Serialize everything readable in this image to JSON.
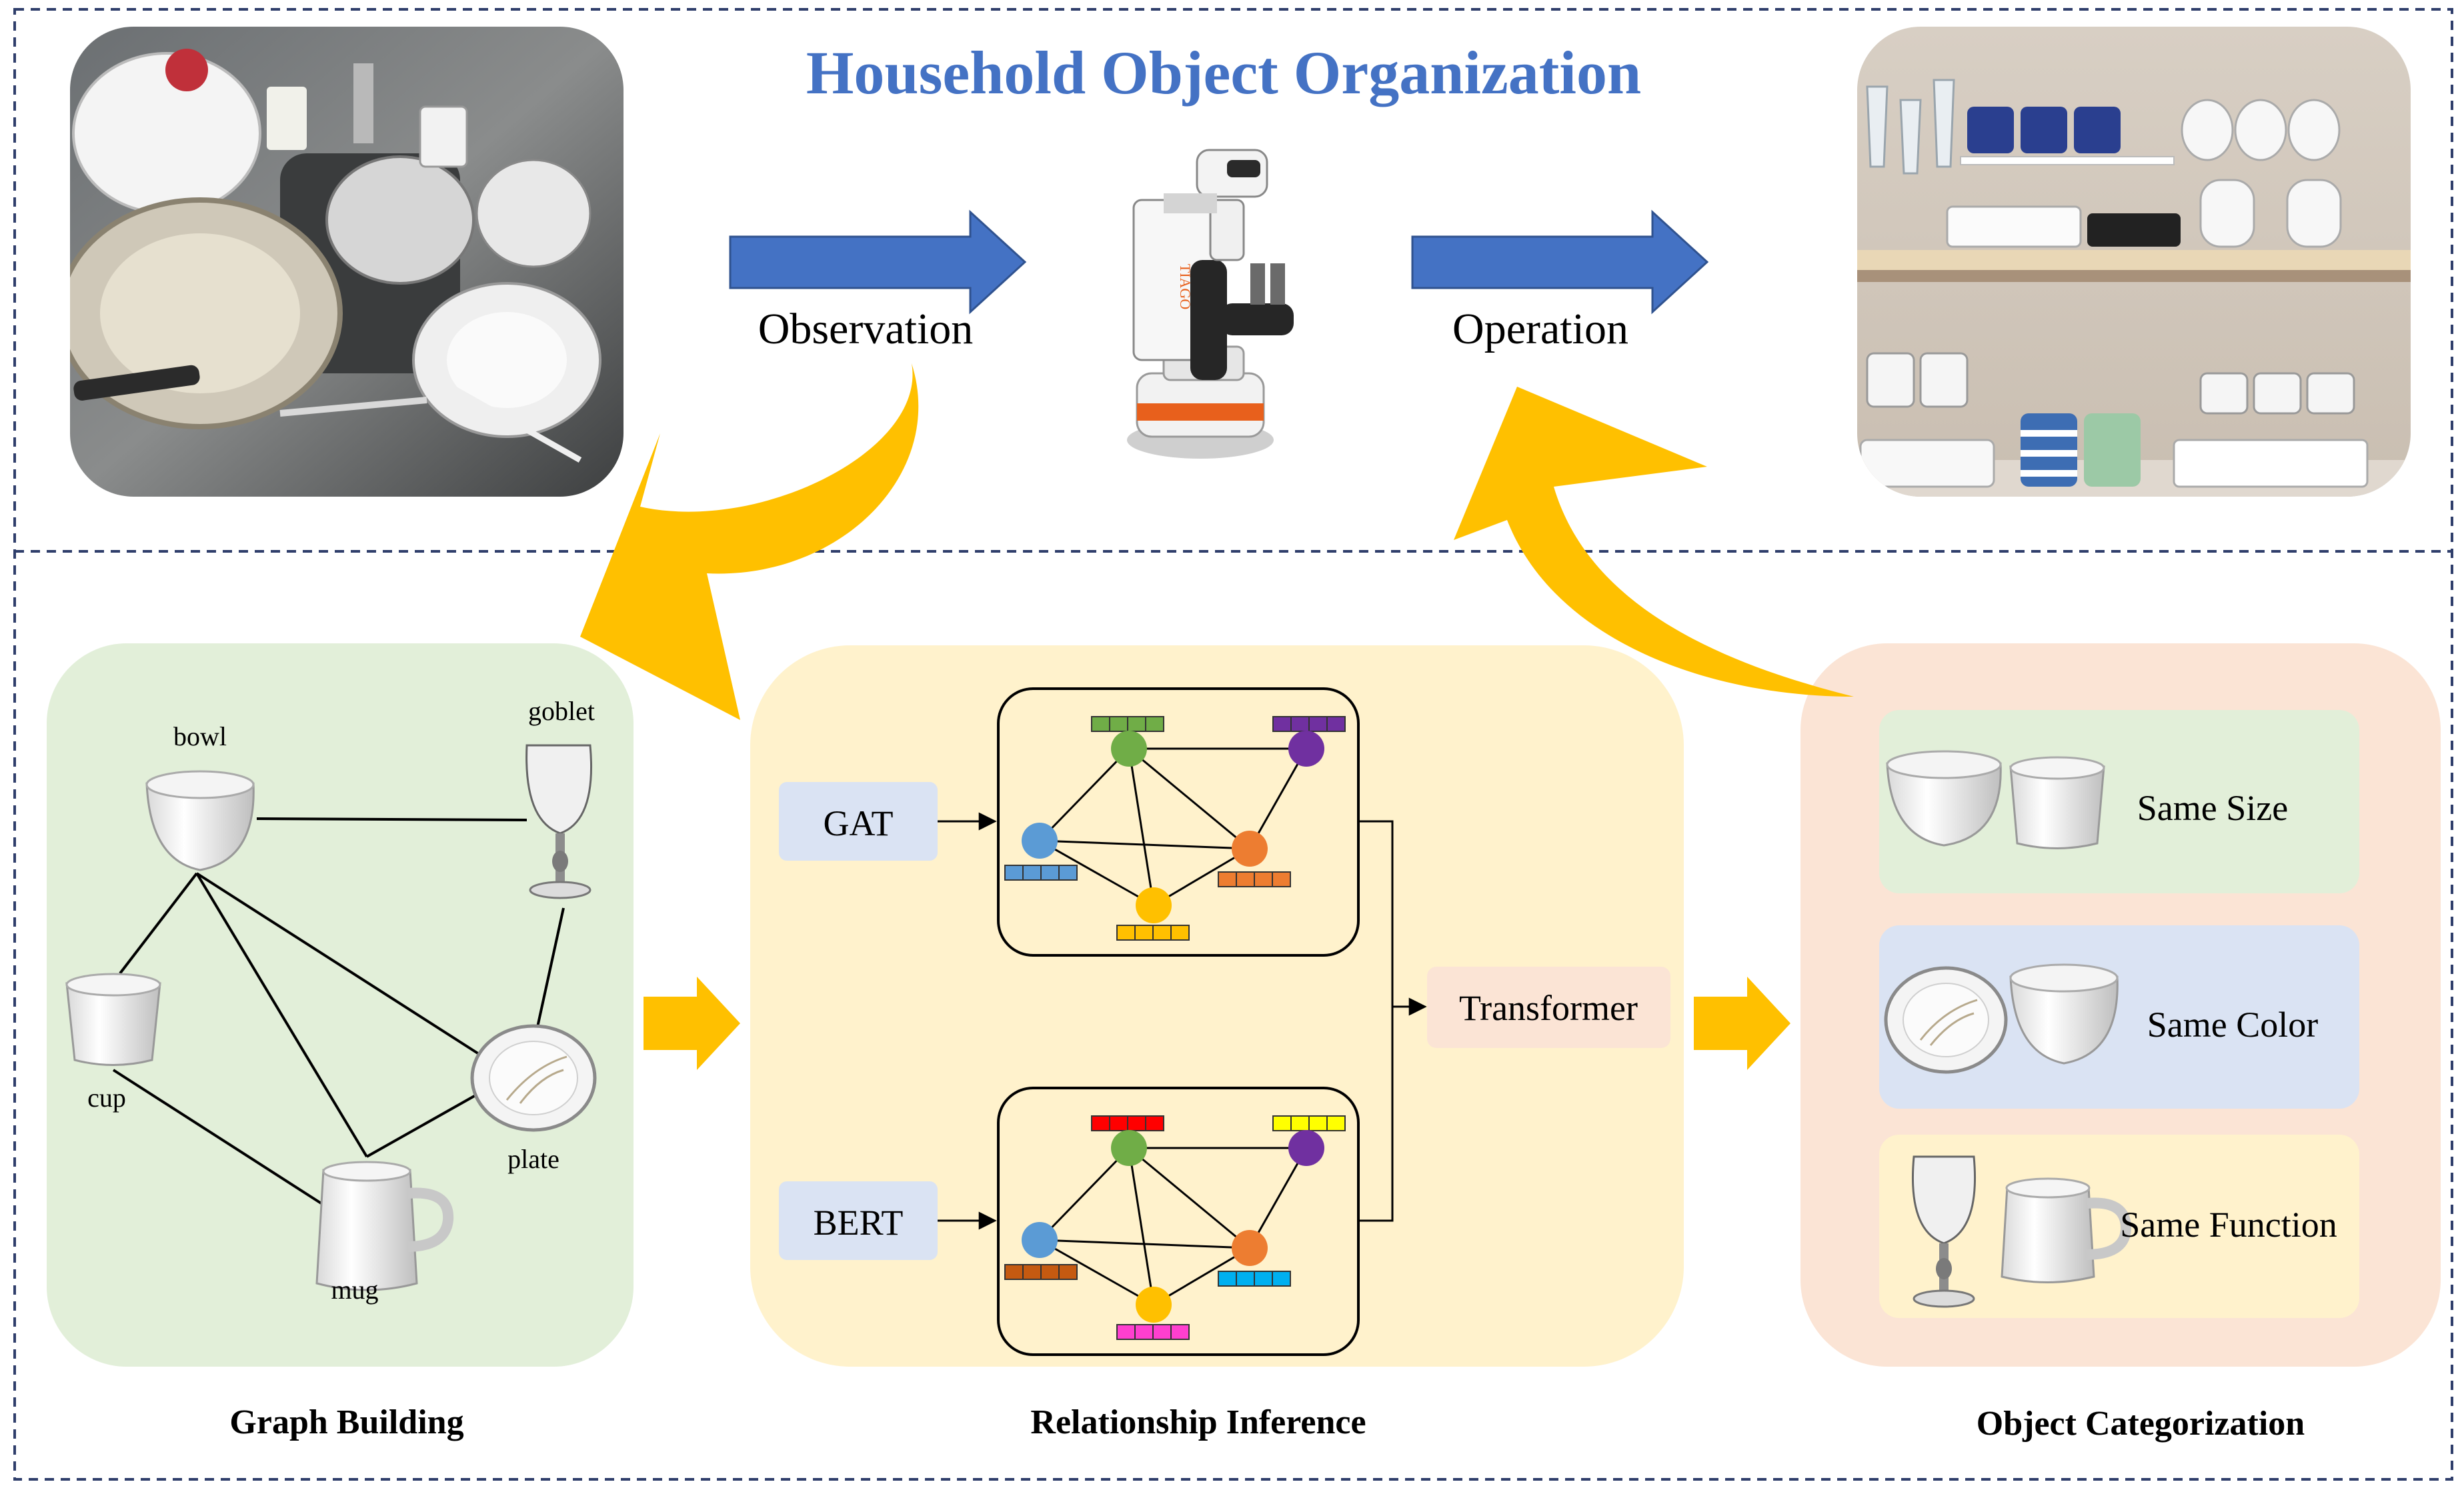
{
  "title": "Household Object Organization",
  "flow": {
    "observation": "Observation",
    "operation": "Operation"
  },
  "graph_building": {
    "caption": "Graph Building",
    "nodes": {
      "bowl": "bowl",
      "goblet": "goblet",
      "cup": "cup",
      "plate": "plate",
      "mug": "mug"
    }
  },
  "relationship_inference": {
    "caption": "Relationship Inference",
    "gat": "GAT",
    "bert": "BERT",
    "transformer": "Transformer"
  },
  "object_categorization": {
    "caption": "Object Categorization",
    "same_size": "Same Size",
    "same_color": "Same Color",
    "same_function": "Same Function"
  },
  "colors": {
    "title_blue": "#4472C4",
    "arrow_blue": "#4472C4",
    "yellow_arrow": "#FFC000",
    "green_panel": "#E2EFD9",
    "yellow_panel": "#FFF2CC",
    "peach_panel": "#FBE4D5",
    "blue_panel": "#DAE3F3",
    "node_green": "#70AD47",
    "node_purple": "#7030A0",
    "node_blue": "#5B9BD5",
    "node_orange": "#ED7D31",
    "node_yellow": "#FFC000"
  }
}
